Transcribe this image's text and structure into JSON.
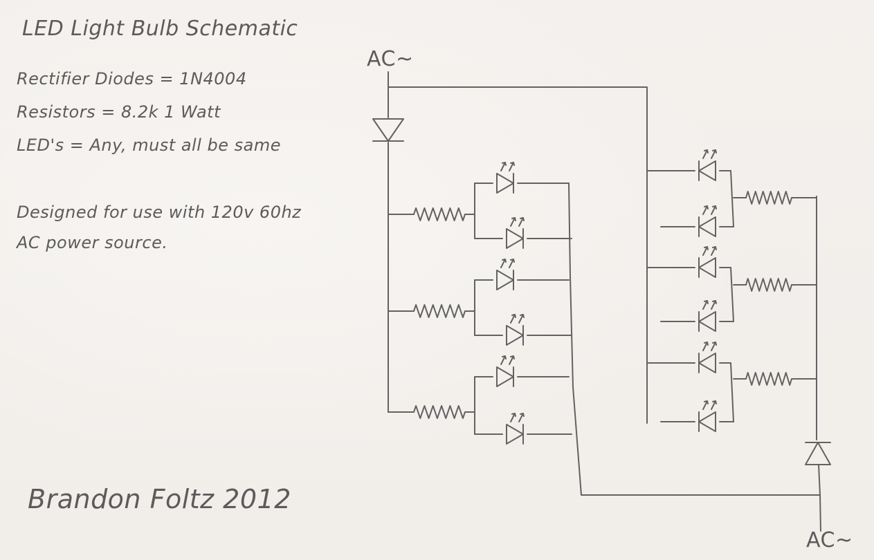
{
  "title": "LED Light Bulb Schematic",
  "notes": {
    "rectifier": "Rectifier Diodes = 1N4004",
    "resistors": "Resistors = 8.2k 1 Watt",
    "leds": "LED's = Any, must all be same",
    "designed_line1": "Designed for use with 120v 60hz",
    "designed_line2": "AC power source."
  },
  "signature": "Brandon Foltz 2012",
  "terminals": {
    "top": "AC~",
    "bottom": "AC~"
  },
  "colors": {
    "paper": "#f3efec",
    "pencil": "#5b5b5b"
  }
}
